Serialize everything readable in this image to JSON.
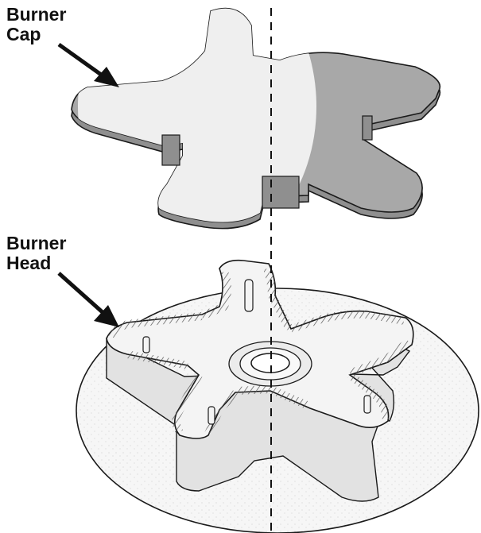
{
  "labels": {
    "cap": [
      "Burner",
      "Cap"
    ],
    "head": [
      "Burner",
      "Head"
    ]
  },
  "colors": {
    "outline": "#1a1a1a",
    "cap_light": "#f2f2f2",
    "cap_shade": "#a8a8a8",
    "cap_dark": "#8f8f8f",
    "head_face": "#f4f4f4",
    "head_wall": "#e2e2e2",
    "plate": "#fafafa"
  }
}
